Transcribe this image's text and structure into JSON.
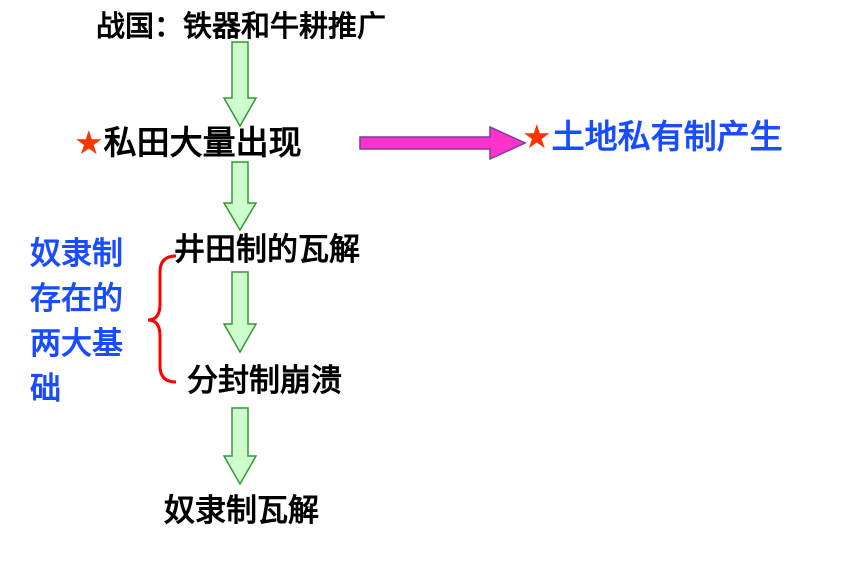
{
  "nodes": {
    "top": "战国：铁器和牛耕推广",
    "private_fields": "私田大量出现",
    "land_ownership": "土地私有制产生",
    "well_field": "井田制的瓦解",
    "enfeoffment": "分封制崩溃",
    "slavery": "奴隶制瓦解"
  },
  "side_label_lines": [
    "奴隶制",
    "存在的",
    "两大基",
    "础"
  ],
  "markers": {
    "star_glyph": "★"
  },
  "colors": {
    "down_arrow_fill": "#ccffcc",
    "down_arrow_stroke": "#339933",
    "right_arrow_fill": "#ff33cc",
    "right_arrow_stroke": "#7a3aa0",
    "star": "#ff3300",
    "brace": "#ff0000",
    "blue_text": "#1a4cff"
  }
}
